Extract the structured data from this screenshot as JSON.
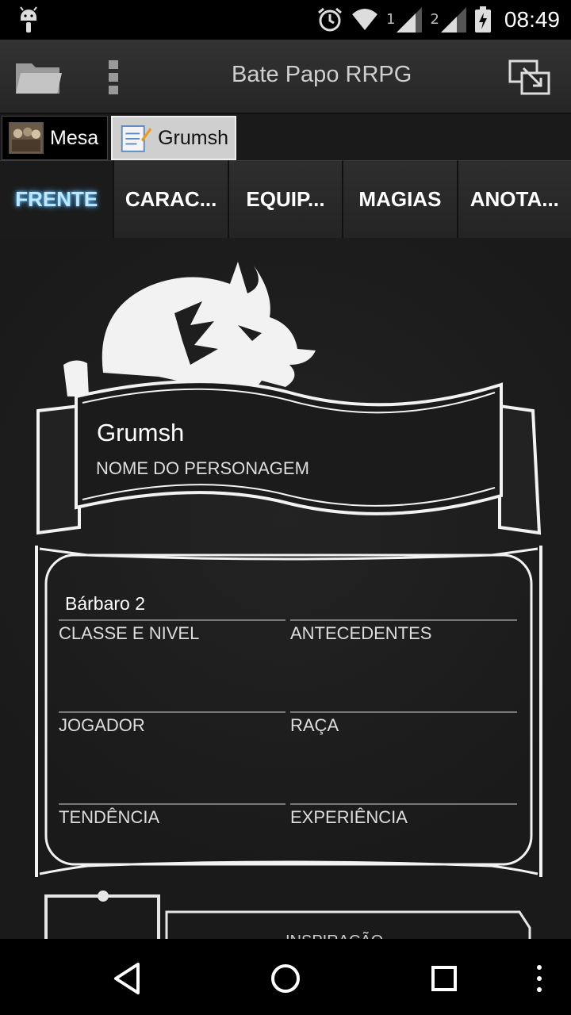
{
  "status_bar": {
    "time": "08:49",
    "sim1_label": "1",
    "sim2_label": "2",
    "icons": [
      "android-icon",
      "alarm-icon",
      "wifi-icon",
      "signal-icon",
      "battery-charging-icon"
    ]
  },
  "action_bar": {
    "title": "Bate Papo RRPG",
    "icons": [
      "folder-icon",
      "overflow-menu-icon",
      "swap-window-icon"
    ]
  },
  "doc_tabs": [
    {
      "label": "Mesa"
    },
    {
      "label": "Grumsh"
    }
  ],
  "section_tabs": [
    {
      "label": "FRENTE",
      "active": true
    },
    {
      "label": "CARAC...",
      "active": false
    },
    {
      "label": "EQUIP...",
      "active": false
    },
    {
      "label": "MAGIAS",
      "active": false
    },
    {
      "label": "ANOTA...",
      "active": false
    }
  ],
  "sheet": {
    "character_name": "Grumsh",
    "character_name_label": "NOME DO PERSONAGEM",
    "fields": {
      "class_level": {
        "value": "Bárbaro 2",
        "label": "CLASSE E NIVEL"
      },
      "background": {
        "value": "",
        "label": "ANTECEDENTES"
      },
      "player": {
        "value": "",
        "label": "JOGADOR"
      },
      "race": {
        "value": "",
        "label": "RAÇA"
      },
      "alignment": {
        "value": "",
        "label": "TENDÊNCIA"
      },
      "experience": {
        "value": "",
        "label": "EXPERIÊNCIA"
      }
    },
    "inspiration_label": "INSPIRAÇÃO"
  },
  "colors": {
    "active_tab_text": "#bfe7ff",
    "active_tab_glow": "#59b9ff",
    "sheet_bg": "#1e1e1e",
    "ornament": "#ffffff"
  }
}
